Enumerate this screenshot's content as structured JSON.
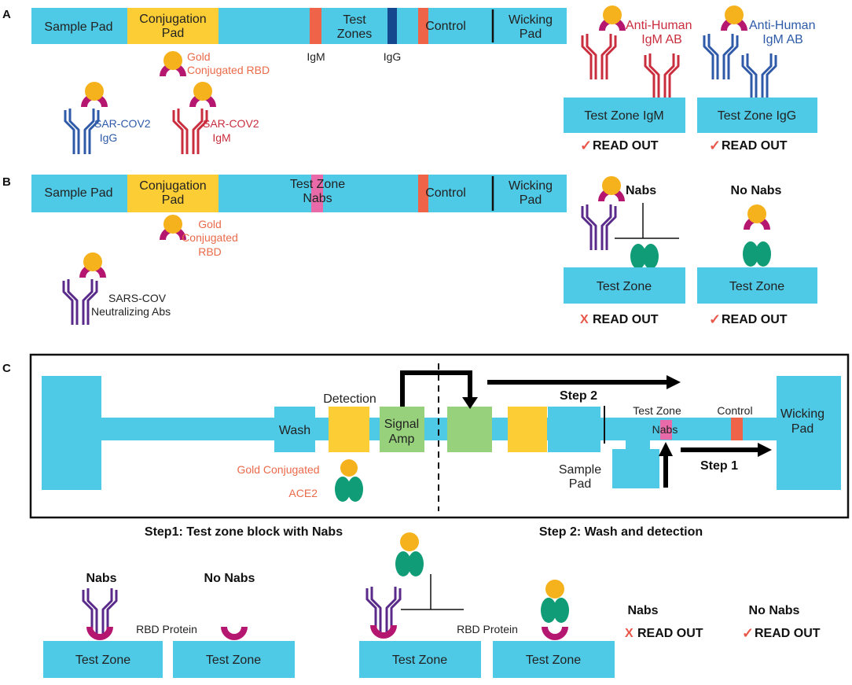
{
  "colors": {
    "strip": "#4ec9e6",
    "pad": "#fdcd35",
    "gold": "#f6b21c",
    "rbd": "#b5166f",
    "igm": "#c92d3e",
    "igg": "#2e5aa8",
    "nab": "#5a2a8a",
    "ace2": "#0f9c76",
    "control": "#ef6448",
    "nabs_zone": "#e86aa8",
    "signal_amp": "#97d17c",
    "igg_line": "#15478f",
    "readout_red": "#e8574a"
  },
  "panel_a": {
    "letter": "A",
    "sample_pad": "Sample Pad",
    "conjugation_pad_l1": "Conjugation",
    "conjugation_pad_l2": "Pad",
    "test_zones_l1": "Test",
    "test_zones_l2": "Zones",
    "control": "Control",
    "wicking_pad_l1": "Wicking",
    "wicking_pad_l2": "Pad",
    "igm_line": "IgM",
    "igg_line": "IgG",
    "gold_rbd_l1": "Gold",
    "gold_rbd_l2": "Conjugated RBD",
    "sars_igg_l1": "SAR-COV2",
    "sars_igg_l2": "IgG",
    "sars_igm_l1": "SAR-COV2",
    "sars_igm_l2": "IgM",
    "anti_igm_l1": "Anti-Human",
    "anti_igm_l2": "IgM AB",
    "anti_igg_l1": "Anti-Human",
    "anti_igg_l2": "IgM AB",
    "zone_igm": "Test Zone IgM",
    "zone_igg": "Test Zone IgG",
    "check_1": "✓",
    "readout_1": "READ OUT",
    "check_2": "✓",
    "readout_2": "READ OUT"
  },
  "panel_b": {
    "letter": "B",
    "sample_pad": "Sample Pad",
    "conjugation_pad_l1": "Conjugation",
    "conjugation_pad_l2": "Pad",
    "test_zone_l1": "Test Zone",
    "test_zone_l2": "Nabs",
    "control": "Control",
    "wicking_pad_l1": "Wicking",
    "wicking_pad_l2": "Pad",
    "gold_rbd_l1": "Gold",
    "gold_rbd_l2": "Conjugated",
    "gold_rbd_l3": "RBD",
    "nab_label_l1": "SARS-COV",
    "nab_label_l2": "Neutralizing Abs",
    "nabs_title": "Nabs",
    "no_nabs_title": "No Nabs",
    "zone_1": "Test Zone",
    "zone_2": "Test Zone",
    "x_mark": "X",
    "readout_1": "READ OUT",
    "check": "✓",
    "readout_2": "READ OUT"
  },
  "panel_c": {
    "letter": "C",
    "detection": "Detection",
    "wash": "Wash",
    "signal_amp_l1": "Signal",
    "signal_amp_l2": "Amp",
    "step2": "Step 2",
    "test_zone_l1": "Test Zone",
    "test_zone_l2": "Nabs",
    "control": "Control",
    "wicking_pad_l1": "Wicking",
    "wicking_pad_l2": "Pad",
    "gold_ace2_l1": "Gold Conjugated",
    "gold_ace2_l2": "ACE2",
    "sample_pad_l1": "Sample",
    "sample_pad_l2": "Pad",
    "step1": "Step 1",
    "caption_step1": "Step1: Test zone block with Nabs",
    "caption_step2": "Step 2: Wash and detection",
    "nabs_1": "Nabs",
    "no_nabs_1": "No Nabs",
    "rbd_protein_1": "RBD Protein",
    "zone_1": "Test Zone",
    "zone_2": "Test Zone",
    "rbd_protein_2": "RBD Protein",
    "zone_3": "Test Zone",
    "zone_4": "Test Zone",
    "nabs_2": "Nabs",
    "x_mark": "X",
    "readout_1": "READ OUT",
    "no_nabs_2": "No Nabs",
    "check": "✓",
    "readout_2": "READ OUT"
  }
}
